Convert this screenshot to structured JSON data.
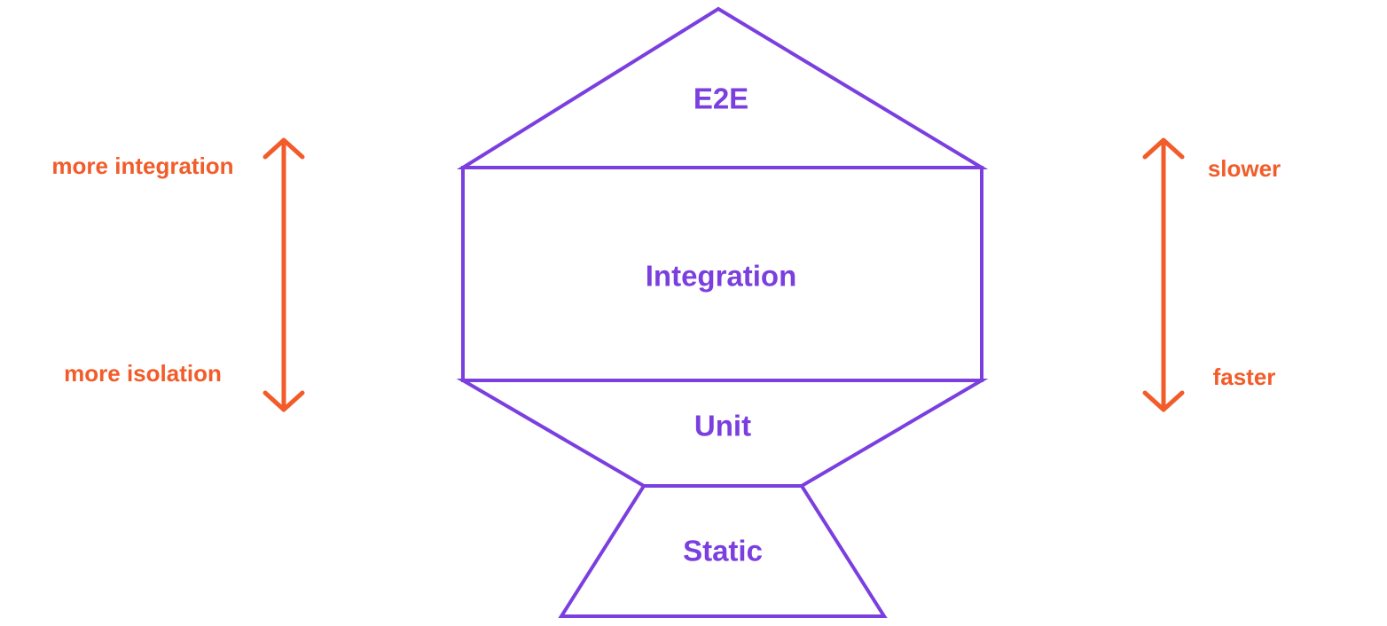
{
  "colors": {
    "shape": "#7b3fe0",
    "arrow": "#f25c2a",
    "background": "#ffffff"
  },
  "layers": {
    "e2e": "E2E",
    "integration": "Integration",
    "unit": "Unit",
    "static": "Static"
  },
  "left_axis": {
    "top_label": "more integration",
    "bottom_label": "more isolation"
  },
  "right_axis": {
    "top_label": "slower",
    "bottom_label": "faster"
  }
}
